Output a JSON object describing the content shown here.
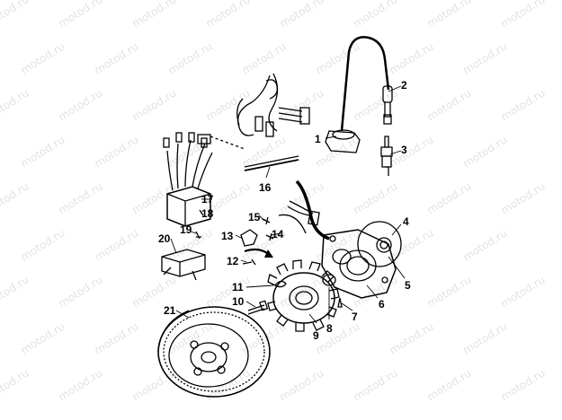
{
  "watermark": {
    "text": "motod.ru"
  },
  "callouts": [
    "1",
    "2",
    "3",
    "4",
    "5",
    "6",
    "7",
    "8",
    "9",
    "10",
    "11",
    "12",
    "13",
    "14",
    "15",
    "16",
    "17",
    "18",
    "19",
    "20",
    "21"
  ],
  "colors": {
    "line": "#000000",
    "background": "#ffffff",
    "watermark": "#e3e3e3"
  }
}
